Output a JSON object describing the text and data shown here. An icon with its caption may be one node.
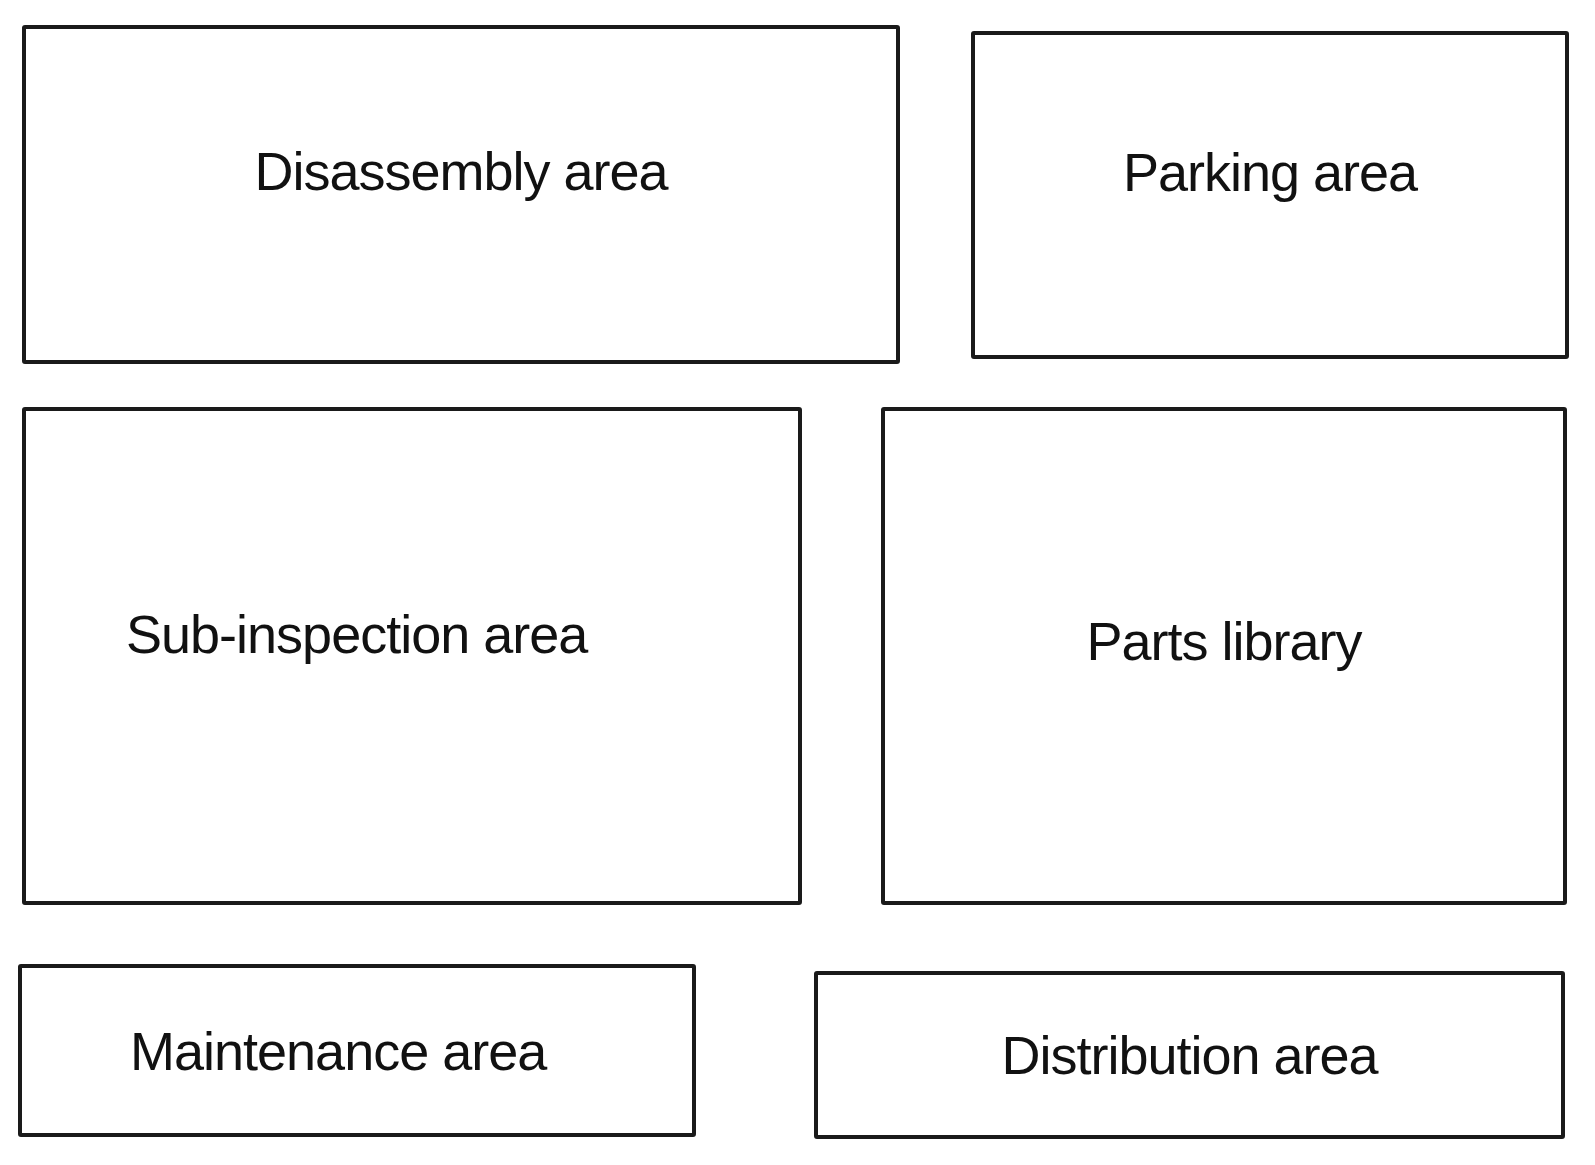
{
  "diagram": {
    "nodes": [
      {
        "text": [
          "Disassembly area"
        ]
      },
      {
        "text": [
          "Parking area"
        ]
      },
      {
        "text": [
          "Sub-inspection area"
        ]
      },
      {
        "text": [
          "Parts library"
        ]
      },
      {
        "text": [
          "Maintenance area"
        ]
      },
      {
        "text": [
          "Distribution area"
        ]
      }
    ]
  }
}
